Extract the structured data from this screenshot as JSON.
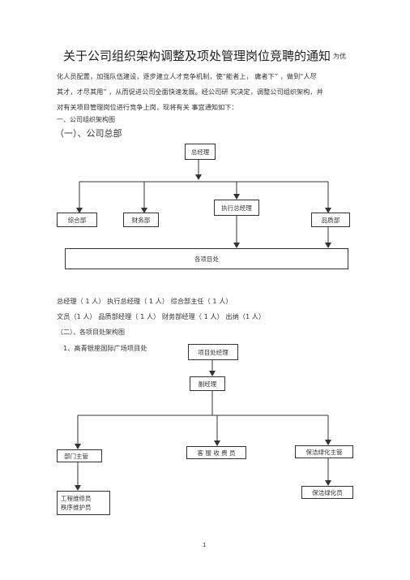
{
  "doc": {
    "title": "关于公司组织架构调整及项处管理岗位竞聘的通知",
    "title_tail": "为优",
    "para1_line1": "化人员配置，加强队伍建设，逐步建立人才竞争机制，使“能者上，  庸者下”  ，做到“人尽",
    "para1_line2": "其才，才尽其用”  ，从而促进公司全面快速发展。经公司研  究决定，调整公司组织架构，并",
    "para1_line3": "对有关项目管理岗位进行竞争上岗，现将有关  事宜通知如下：",
    "section1": "一、公司组织架构图",
    "sub1": "（一）、公司总部",
    "staff_line1": "总经理（  1 人）  执行总经理（  1 人）  综合部主任（  1 人）",
    "staff_line2": "文员（1 人）           品质部经理（  1 人）  财务部经理（  1 人）  出纳（1 人）",
    "sub2": "（二）、各项目处架构图",
    "project1": "1、高青银座国际广场项目处",
    "page_number": "1"
  },
  "chart1": {
    "gm": "总经理",
    "exec_gm": "执行总经理",
    "admin": "综合部",
    "finance": "财务部",
    "quality": "品质部",
    "projects": "各项目处"
  },
  "chart2": {
    "project_manager": "项目处经理",
    "deputy_manager": "副经理",
    "dept_supervisor": "部门主管",
    "customer_service": "客  服  收  费  员",
    "cleaning_supervisor": "保洁绿化主管",
    "maintenance": "工程维修员",
    "order": "秩序维护员",
    "cleaner": "保洁绿化员"
  }
}
